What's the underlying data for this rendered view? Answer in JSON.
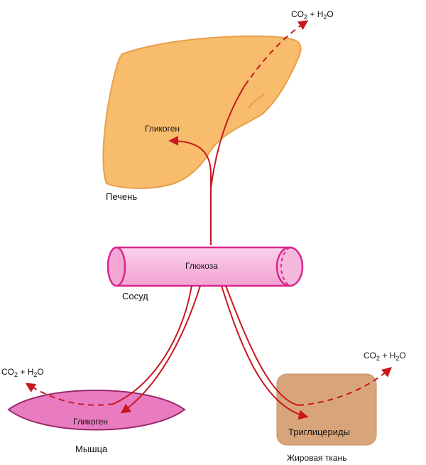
{
  "labels": {
    "liver": "Печень",
    "liver_glycogen": "Гликоген",
    "vessel": "Сосуд",
    "glucose": "Глюкоза",
    "muscle": "Мышца",
    "muscle_glycogen": "Гликоген",
    "adipose": "Жировая ткань",
    "triglycerides": "Триглицериды"
  },
  "products": {
    "top": {
      "a": "CO",
      "a_sub": "2",
      "b": " + H",
      "b_sub": "2",
      "c": "O"
    },
    "left": {
      "a": "CO",
      "a_sub": "2",
      "b": " + H",
      "b_sub": "2",
      "c": "O"
    },
    "right": {
      "a": "CO",
      "a_sub": "2",
      "b": " + H",
      "b_sub": "2",
      "c": "O"
    }
  },
  "colors": {
    "arrow": "#c8181e",
    "liver_fill": "#f7bc6c",
    "liver_stroke": "#e8a04a",
    "vessel_fill": "#f6b9de",
    "vessel_stroke": "#d8278e",
    "muscle_fill": "#e97cc0",
    "muscle_stroke": "#9a2a6c",
    "adipose_fill": "#d8a57a"
  }
}
